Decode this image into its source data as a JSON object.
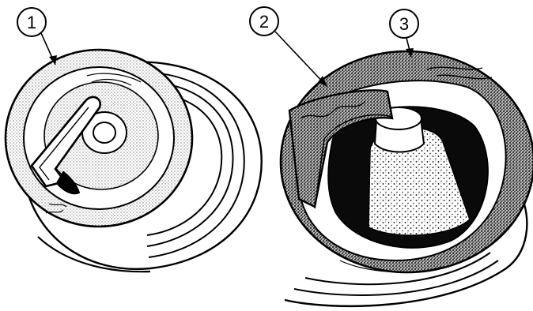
{
  "callouts": [
    {
      "number": "1"
    },
    {
      "number": "2"
    },
    {
      "number": "3"
    }
  ],
  "colors": {
    "ink": "#000000",
    "paper": "#ffffff",
    "stipple_light": "#c9c9c9",
    "stipple_dark": "#4a4a4a"
  },
  "icons": [
    "spark-plug-normal-icon",
    "spark-plug-fouled-icon"
  ]
}
